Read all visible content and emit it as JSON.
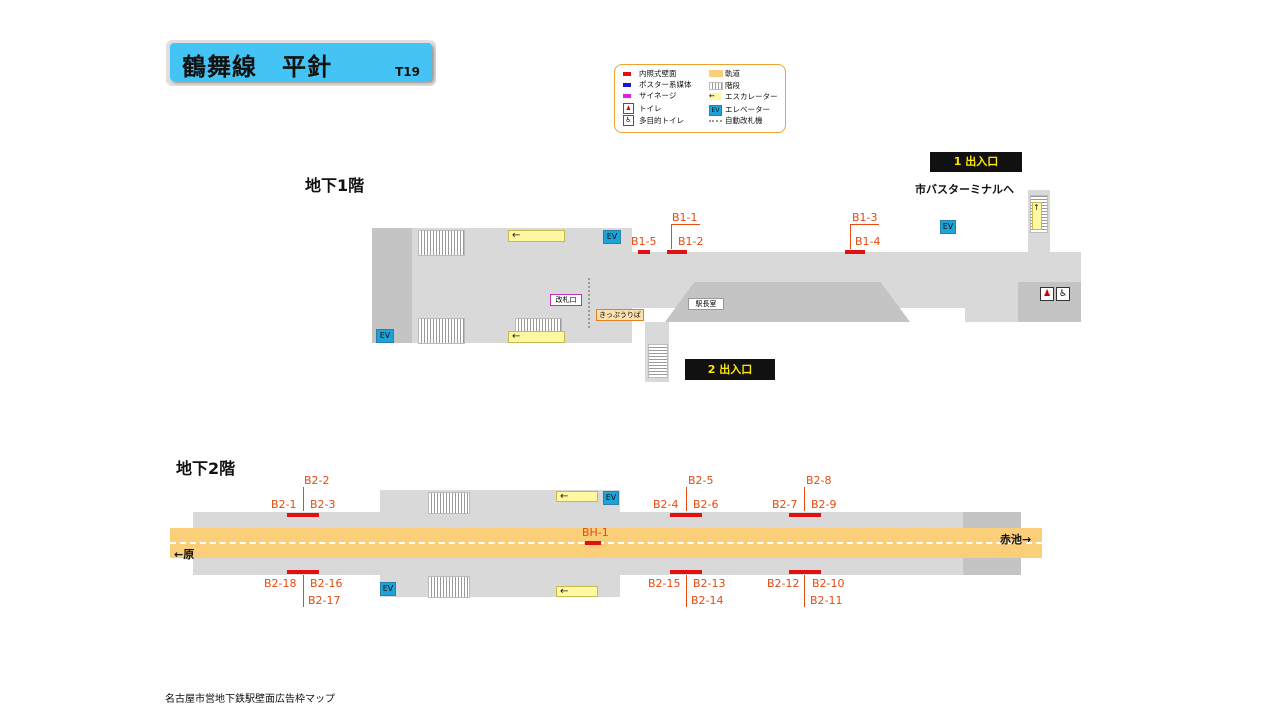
{
  "title": {
    "station_name": "鶴舞線　平針",
    "station_code": "T19"
  },
  "legend": {
    "col1": [
      "内照式壁面",
      "ポスター系媒体",
      "サイネージ",
      "トイレ",
      "多目的トイレ"
    ],
    "col2": [
      "軌道",
      "階段",
      "エスカレーター",
      "エレベーター",
      "自動改札機"
    ],
    "col1_colors": [
      "#e21010",
      "#1a1acc",
      "#e020e0"
    ],
    "ev_text": "EV"
  },
  "floor_b1": {
    "label": "地下1階",
    "exit1": "1 出入口",
    "exit1_note": "市バスターミナルへ",
    "exit2": "2 出入口",
    "ticket_gate": "改札口",
    "ticket_office": "きっぷうりば",
    "station_master": "駅長室",
    "ev": "EV",
    "ads": [
      "B1-1",
      "B1-2",
      "B1-3",
      "B1-4",
      "B1-5"
    ]
  },
  "floor_b2": {
    "label": "地下2階",
    "ev": "EV",
    "dir_left": "←原",
    "dir_right": "赤池→",
    "ads_top": [
      "B2-1",
      "B2-2",
      "B2-3",
      "B2-4",
      "B2-5",
      "B2-6",
      "B2-7",
      "B2-8",
      "B2-9"
    ],
    "ads_center": "BH-1",
    "ads_bottom": [
      "B2-10",
      "B2-11",
      "B2-12",
      "B2-13",
      "B2-14",
      "B2-15",
      "B2-16",
      "B2-17",
      "B2-18"
    ]
  },
  "footer": "名古屋市営地下鉄駅壁面広告枠マップ"
}
